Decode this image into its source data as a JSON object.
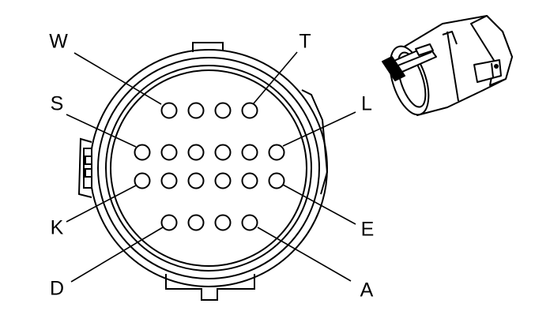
{
  "labels": {
    "W": "W",
    "T": "T",
    "S": "S",
    "L": "L",
    "K": "K",
    "E": "E",
    "D": "D",
    "A": "A"
  },
  "connector": {
    "pin_rows": [
      4,
      6,
      6,
      4
    ],
    "total_pins": 20
  },
  "colors": {
    "line": "#000000",
    "background": "#ffffff"
  }
}
